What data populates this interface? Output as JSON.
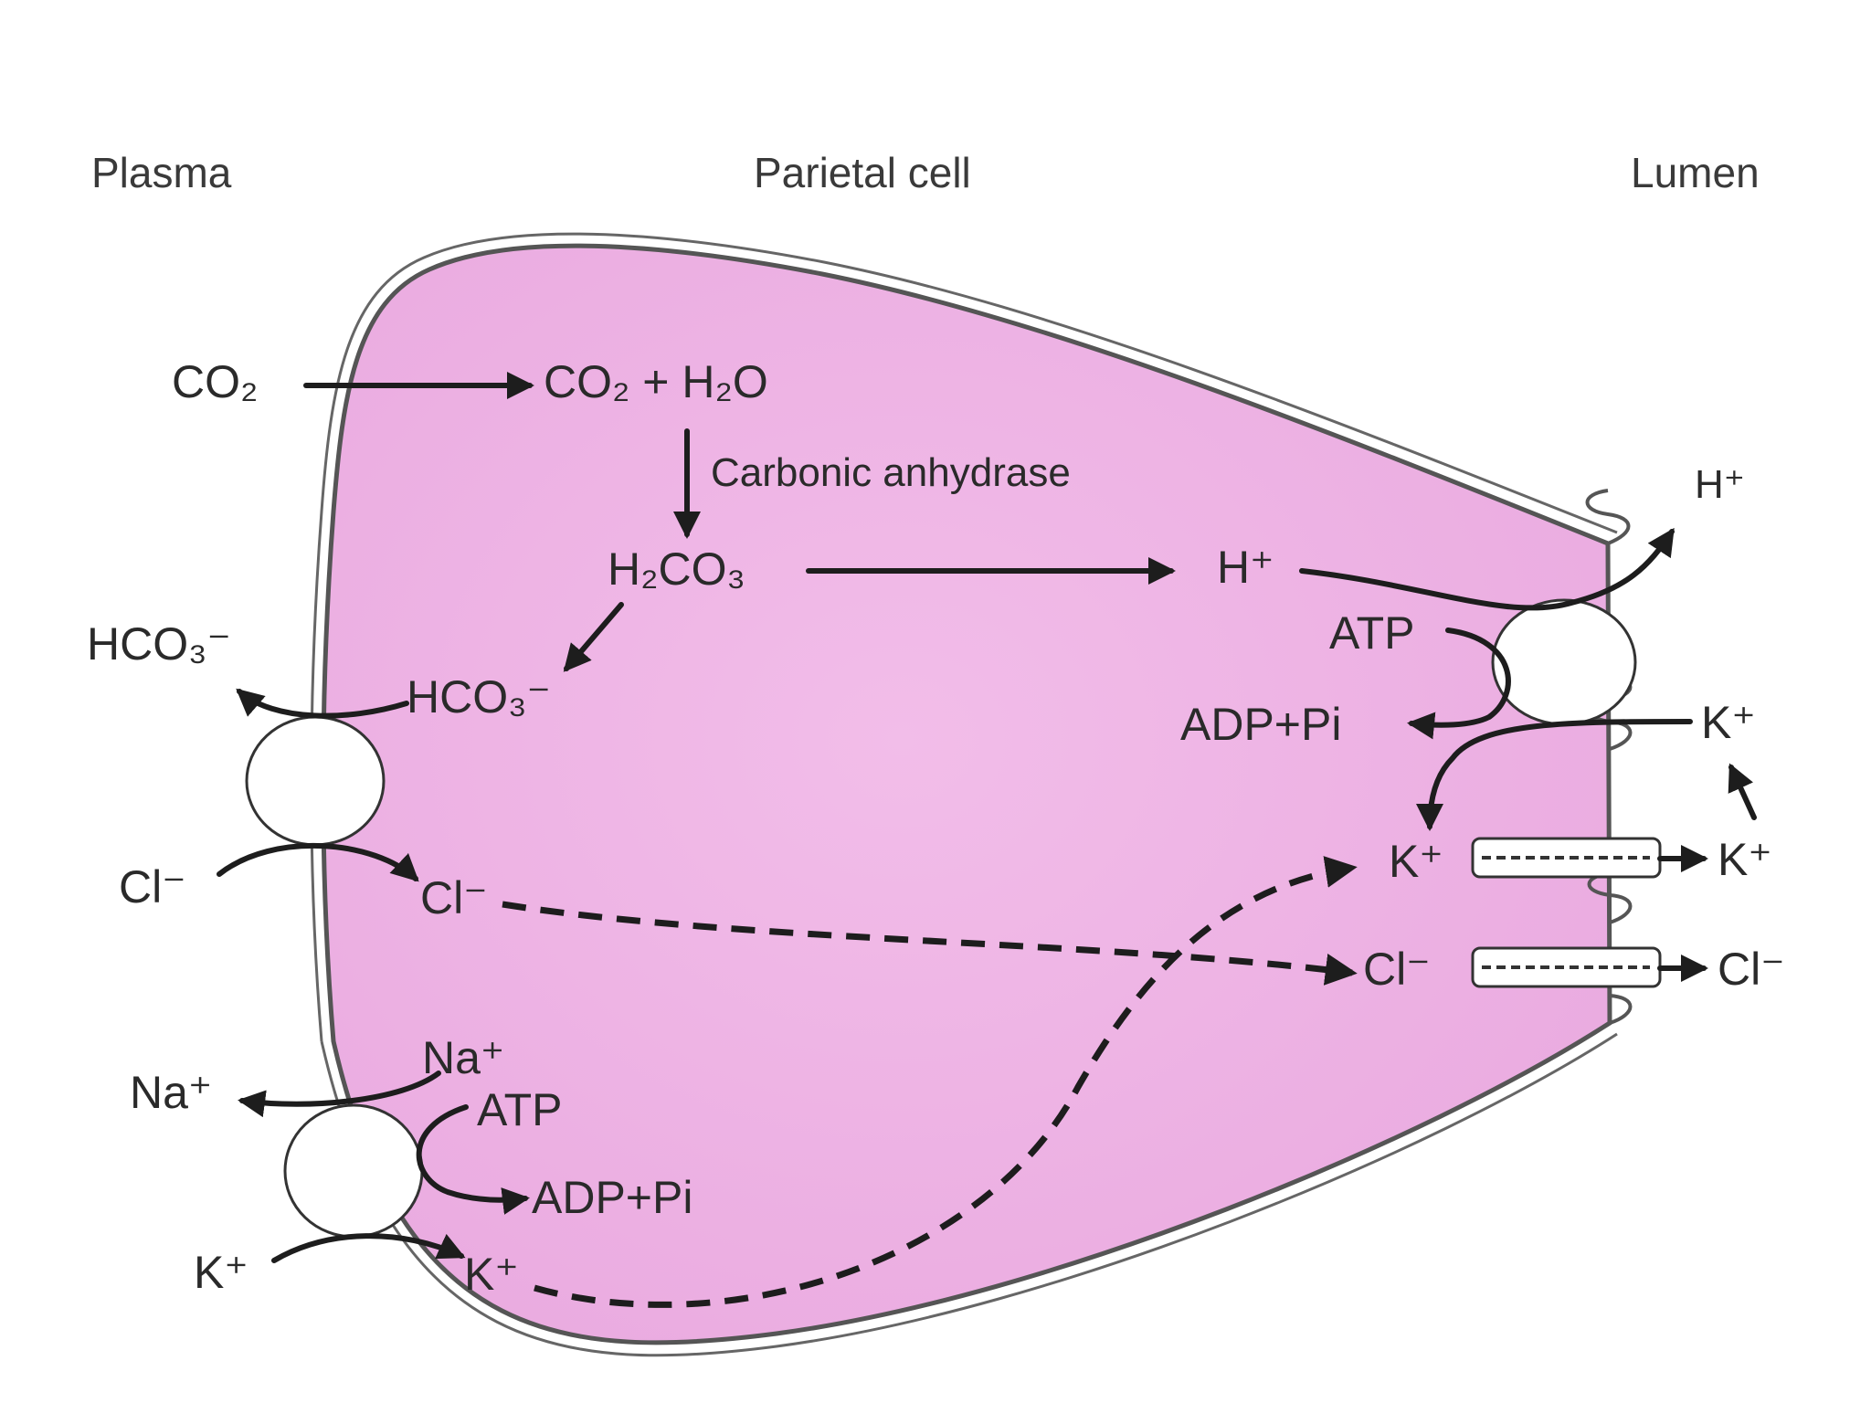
{
  "headers": {
    "plasma": "Plasma",
    "cell": "Parietal cell",
    "lumen": "Lumen"
  },
  "reaction": {
    "co2_plasma": "CO₂",
    "co2_h2o": "CO₂ + H₂O",
    "enzyme": "Carbonic anhydrase",
    "h2co3": "H₂CO₃",
    "h_cell": "H⁺",
    "hco3_cell": "HCO₃⁻",
    "hco3_plasma": "HCO₃⁻"
  },
  "basolateral": {
    "cl_plasma": "Cl⁻",
    "cl_cell": "Cl⁻",
    "na_cell": "Na⁺",
    "na_plasma": "Na⁺",
    "atp": "ATP",
    "adp": "ADP+Pi",
    "k_plasma": "K⁺",
    "k_cell": "K⁺"
  },
  "apical": {
    "h_lumen": "H⁺",
    "atp": "ATP",
    "adp": "ADP+Pi",
    "k_lumen_top": "K⁺",
    "k_cell": "K⁺",
    "k_lumen": "K⁺",
    "cl_cell": "Cl⁻",
    "cl_lumen": "Cl⁻"
  },
  "colors": {
    "cytoplasm": "#efb6e6",
    "membrane": "#555555",
    "arrow": "#1d1d1d"
  }
}
